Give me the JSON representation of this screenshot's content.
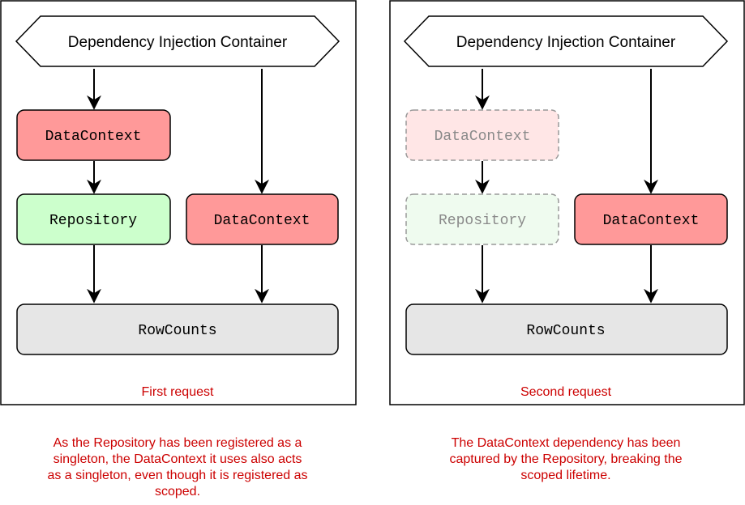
{
  "colors": {
    "accent_red": "#cc0000",
    "datacontext_fill": "#ff9999",
    "repository_fill": "#ccffcc",
    "rowcounts_fill": "#e6e6e6",
    "faded_datacontext_fill": "#ffe6e6",
    "faded_repository_fill": "#effbef"
  },
  "left_panel": {
    "container_label": "Dependency Injection Container",
    "datacontext_top": "DataContext",
    "repository": "Repository",
    "datacontext_right": "DataContext",
    "rowcounts": "RowCounts",
    "request_label": "First request"
  },
  "right_panel": {
    "container_label": "Dependency Injection Container",
    "datacontext_top": "DataContext",
    "repository": "Repository",
    "datacontext_right": "DataContext",
    "rowcounts": "RowCounts",
    "request_label": "Second request"
  },
  "captions": {
    "left": "As the Repository has been registered as a singleton, the DataContext it uses also acts as a singleton, even though it is registered as scoped.",
    "right": "The DataContext dependency has been captured by the Repository, breaking the scoped lifetime."
  }
}
